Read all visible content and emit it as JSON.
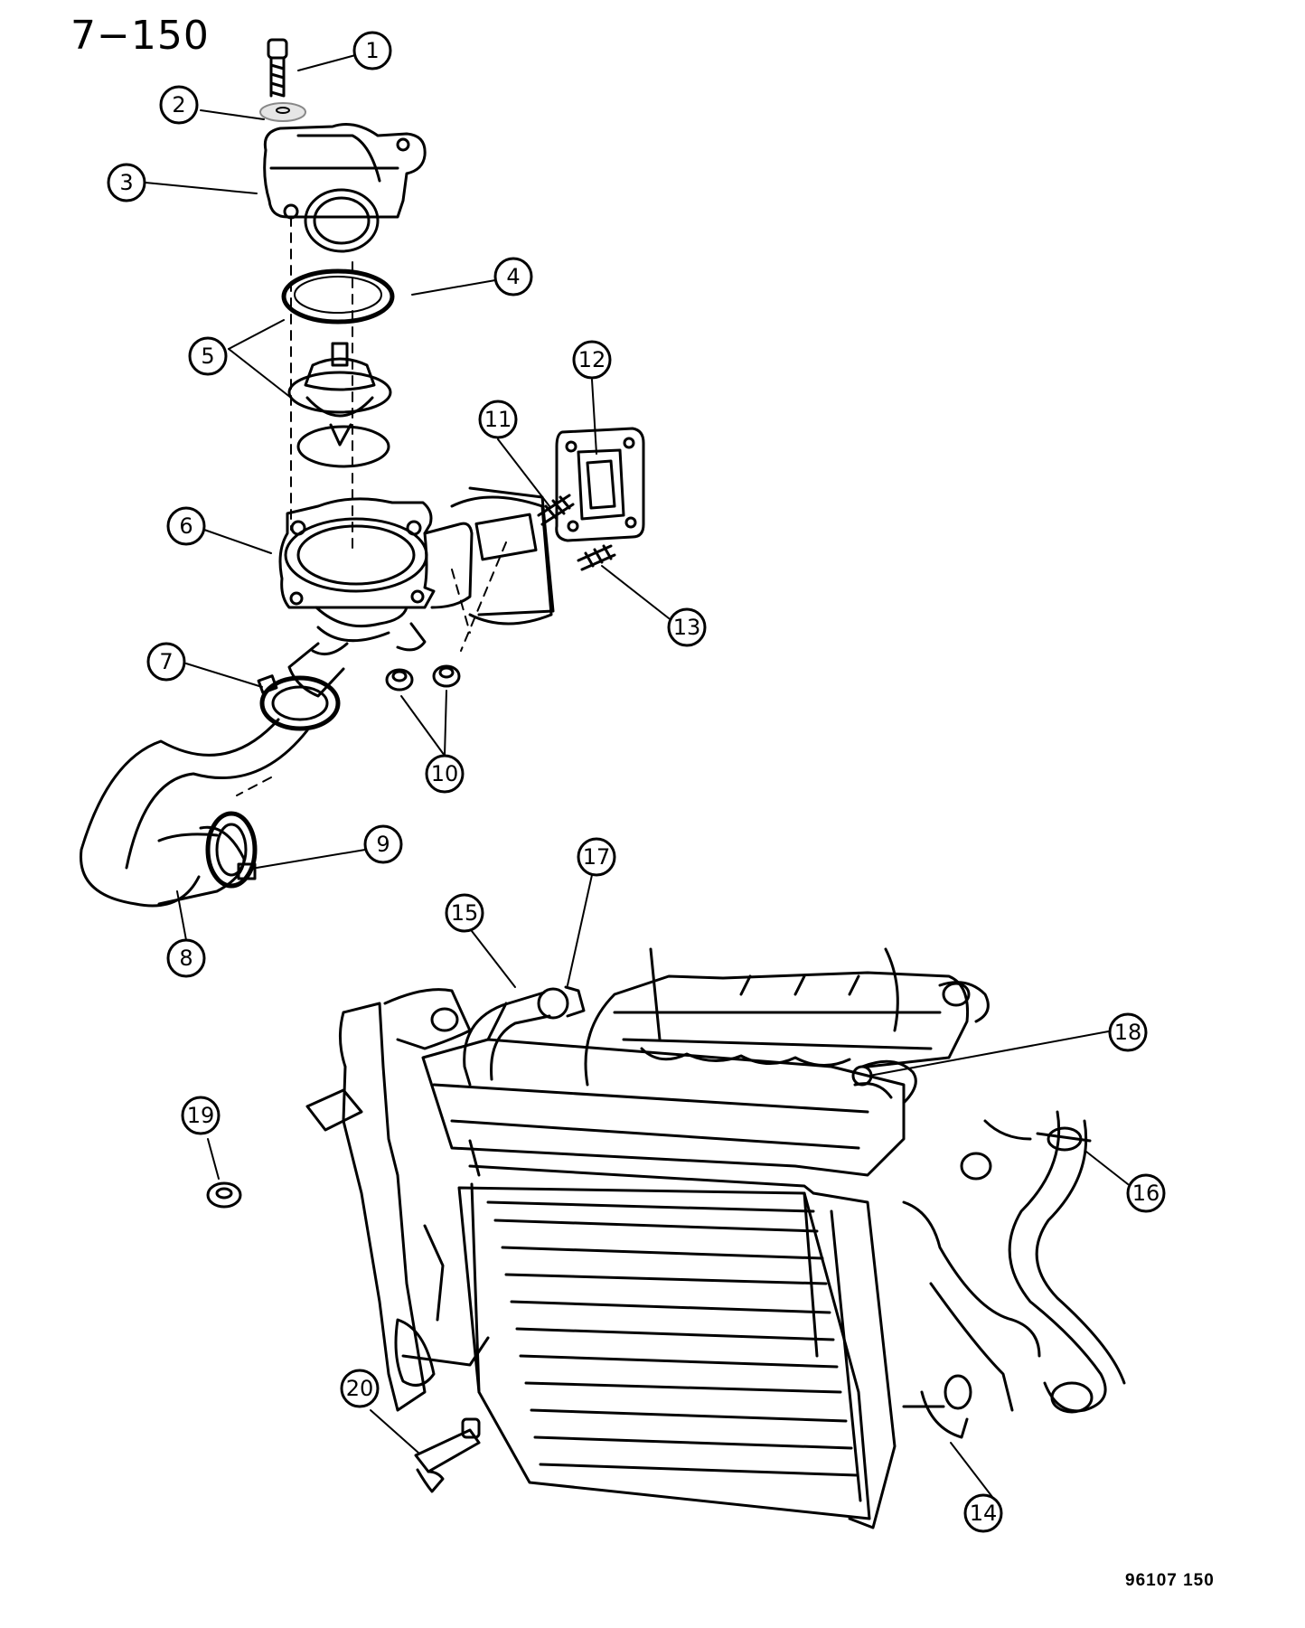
{
  "header": {
    "page_number": "7−150"
  },
  "footer": {
    "figure_code": "96107  150"
  },
  "callouts": [
    {
      "label": "1"
    },
    {
      "label": "2"
    },
    {
      "label": "3"
    },
    {
      "label": "4"
    },
    {
      "label": "5"
    },
    {
      "label": "6"
    },
    {
      "label": "7"
    },
    {
      "label": "8"
    },
    {
      "label": "9"
    },
    {
      "label": "10"
    },
    {
      "label": "11"
    },
    {
      "label": "12"
    },
    {
      "label": "13"
    },
    {
      "label": "14"
    },
    {
      "label": "15"
    },
    {
      "label": "16"
    },
    {
      "label": "17"
    },
    {
      "label": "18"
    },
    {
      "label": "19"
    },
    {
      "label": "20"
    }
  ]
}
